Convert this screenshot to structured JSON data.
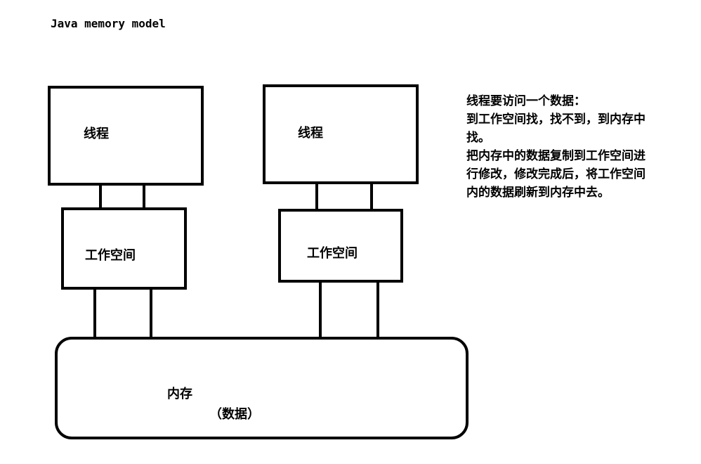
{
  "title": "Java memory model",
  "threads": [
    {
      "label": "线程"
    },
    {
      "label": "线程"
    }
  ],
  "workspaces": [
    {
      "label": "工作空间"
    },
    {
      "label": "工作空间"
    }
  ],
  "memory": {
    "label": "内存",
    "sublabel": "（数据）"
  },
  "notes": [
    "线程要访问一个数据：",
    "到工作空间找，找不到，到内存中",
    "找。",
    "把内存中的数据复制到工作空间进",
    "行修改，修改完成后，将工作空间",
    "内的数据刷新到内存中去。"
  ]
}
